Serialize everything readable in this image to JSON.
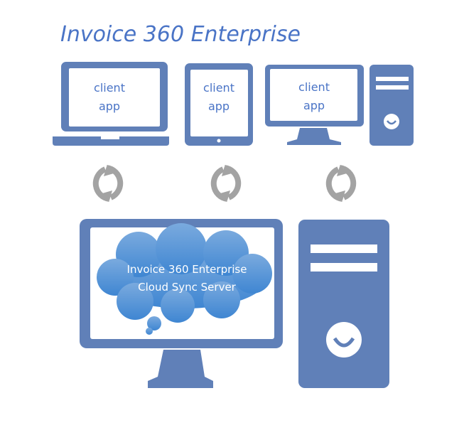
{
  "title": "Invoice 360 Enterprise",
  "clients": [
    {
      "device": "laptop",
      "line1": "client",
      "line2": "app"
    },
    {
      "device": "tablet",
      "line1": "client",
      "line2": "app"
    },
    {
      "device": "monitor",
      "line1": "client",
      "line2": "app"
    }
  ],
  "server": {
    "line1": "Invoice 360 Enterprise",
    "line2": "Cloud Sync Server"
  },
  "colors": {
    "device": "#6080b8",
    "text": "#4a74c6",
    "sync": "#a3a3a3",
    "cloud": "#4a8fd6"
  }
}
